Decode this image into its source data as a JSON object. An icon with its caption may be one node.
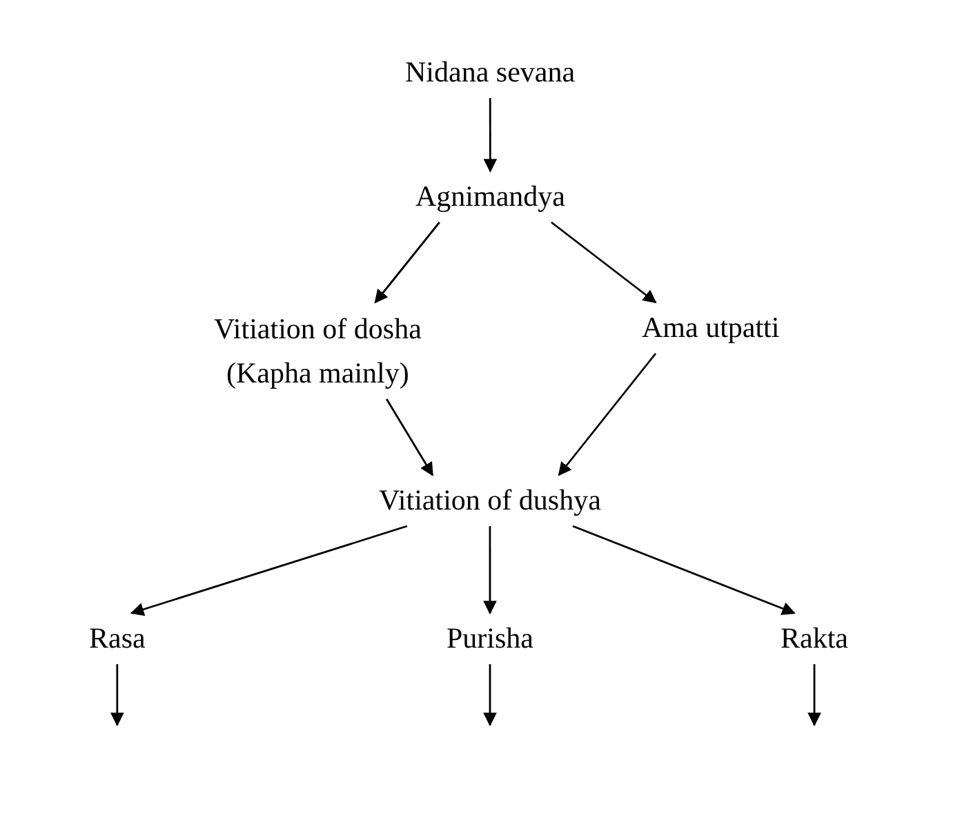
{
  "diagram": {
    "nodes": [
      {
        "text": [
          "Nidana sevana"
        ]
      },
      {
        "text": [
          "Agnimandya"
        ]
      },
      {
        "text": [
          "Vitiation of dosha",
          "(Kapha mainly)"
        ]
      },
      {
        "text": [
          "Ama utpatti"
        ]
      },
      {
        "text": [
          "Vitiation of dushya"
        ]
      },
      {
        "text": [
          "Rasa"
        ]
      },
      {
        "text": [
          "Purisha"
        ]
      },
      {
        "text": [
          "Rakta"
        ]
      }
    ],
    "edges": [
      {
        "from": 0,
        "to": 1,
        "arrow": "to"
      },
      {
        "from": 1,
        "to": 2,
        "arrow": "to"
      },
      {
        "from": 1,
        "to": 3,
        "arrow": "to"
      },
      {
        "from": 2,
        "to": 4,
        "arrow": "to"
      },
      {
        "from": 3,
        "to": 4,
        "arrow": "to"
      },
      {
        "from": 4,
        "to": 5,
        "arrow": "to"
      },
      {
        "from": 4,
        "to": 6,
        "arrow": "to"
      },
      {
        "from": 4,
        "to": 7,
        "arrow": "to"
      },
      {
        "from": 5,
        "to": null,
        "arrow": "to"
      },
      {
        "from": 6,
        "to": null,
        "arrow": "to"
      },
      {
        "from": 7,
        "to": null,
        "arrow": "to"
      }
    ]
  }
}
